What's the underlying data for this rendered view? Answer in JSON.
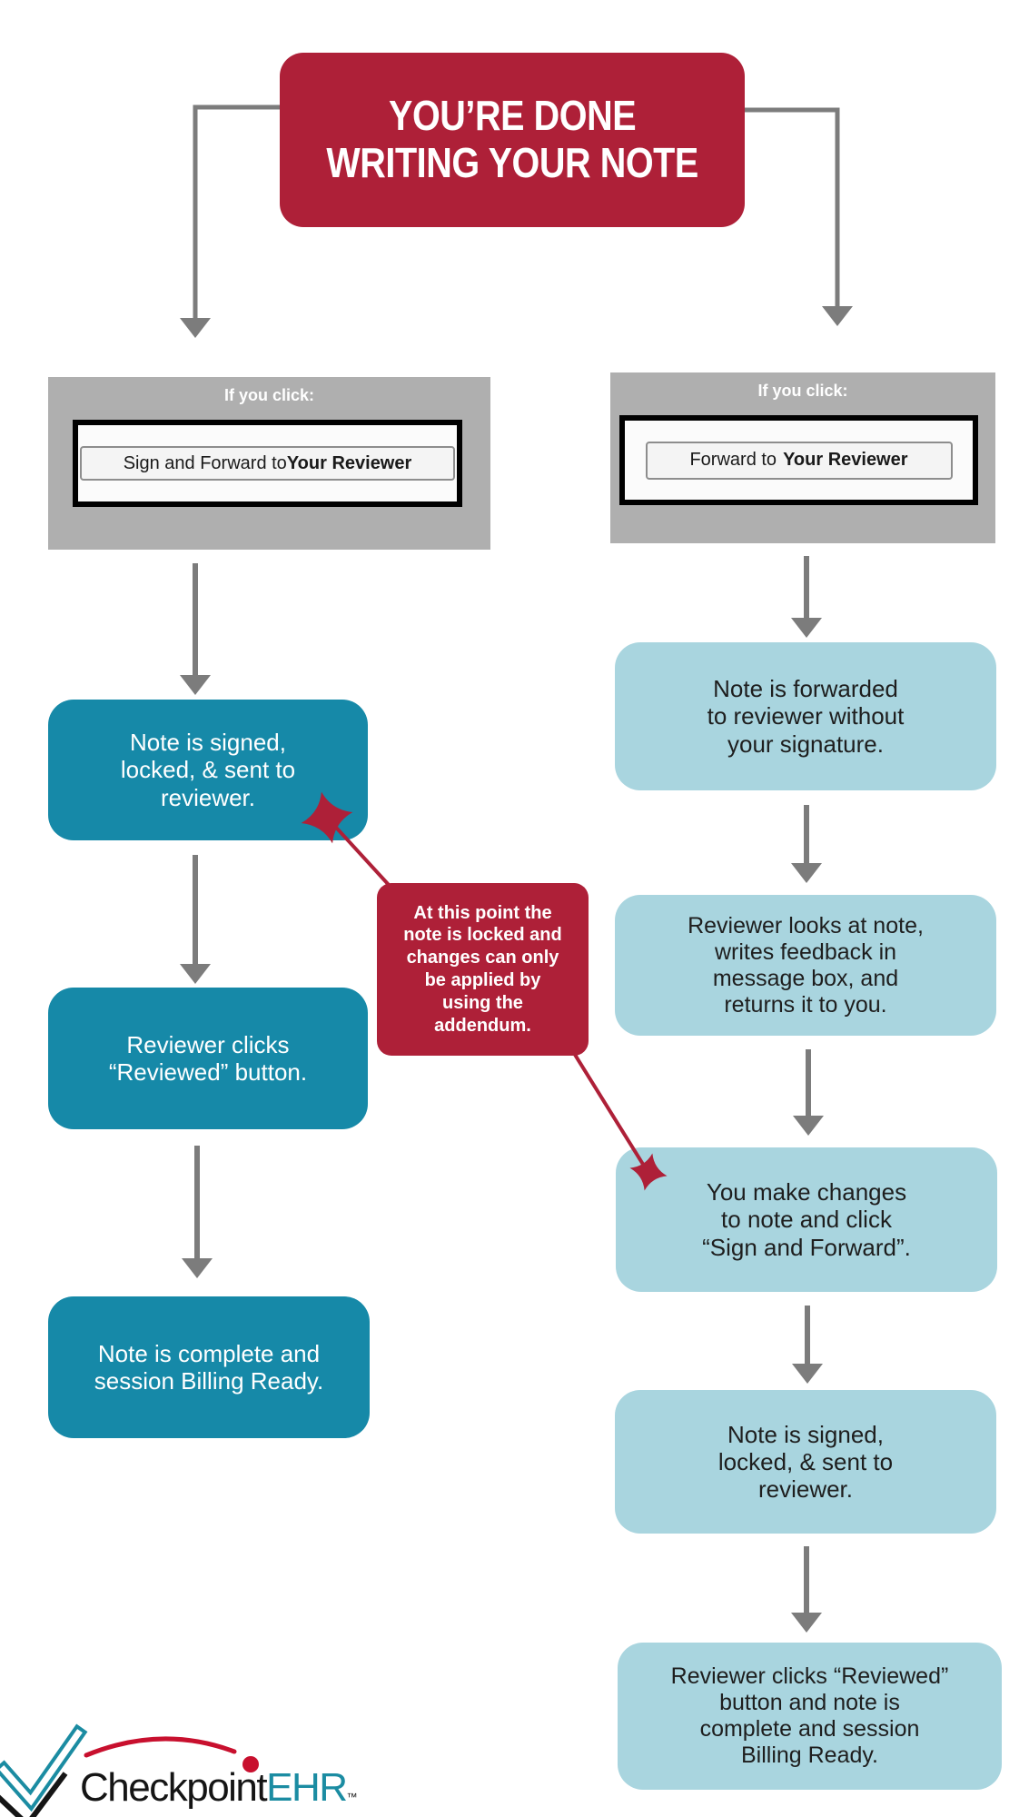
{
  "title_box": {
    "text": "YOU’RE DONE\nWRITING YOUR NOTE"
  },
  "left_branch": {
    "click_label": "If you click:",
    "button": {
      "prefix": "Sign and Forward to ",
      "bold": "Your Reviewer"
    },
    "steps": [
      {
        "text": "Note is signed,\nlocked, & sent to\nreviewer."
      },
      {
        "text": "Reviewer clicks\n“Reviewed” button."
      },
      {
        "text": "Note is complete and\nsession Billing Ready."
      }
    ]
  },
  "right_branch": {
    "click_label": "If you click:",
    "button": {
      "prefix": "Forward to",
      "bold": "Your Reviewer"
    },
    "steps": [
      {
        "text": "Note is forwarded\nto reviewer without\nyour signature."
      },
      {
        "text": "Reviewer looks at note,\nwrites feedback in\nmessage box, and\nreturns it to you."
      },
      {
        "text": "You make changes\nto note and click\n“Sign and Forward”."
      },
      {
        "text": "Note is signed,\nlocked, & sent to\nreviewer."
      },
      {
        "text": "Reviewer clicks “Reviewed”\nbutton and note is\ncomplete and session\nBilling Ready."
      }
    ]
  },
  "callout": {
    "text": "At this point the\nnote is locked and\nchanges can only\nbe applied by\nusing the\naddendum."
  },
  "logo": {
    "checkpoint": "Checkpoint",
    "ehr": "EHR",
    "tm": "™"
  },
  "colors": {
    "red": "#AE2038",
    "teal": "#1689A8",
    "light-blue": "#A9D5DF",
    "panel-gray": "#AFAFAF",
    "arrow-gray": "#7C7C7C",
    "dark-text": "#1E1E1E",
    "logo-teal": "#1B8CA2"
  }
}
